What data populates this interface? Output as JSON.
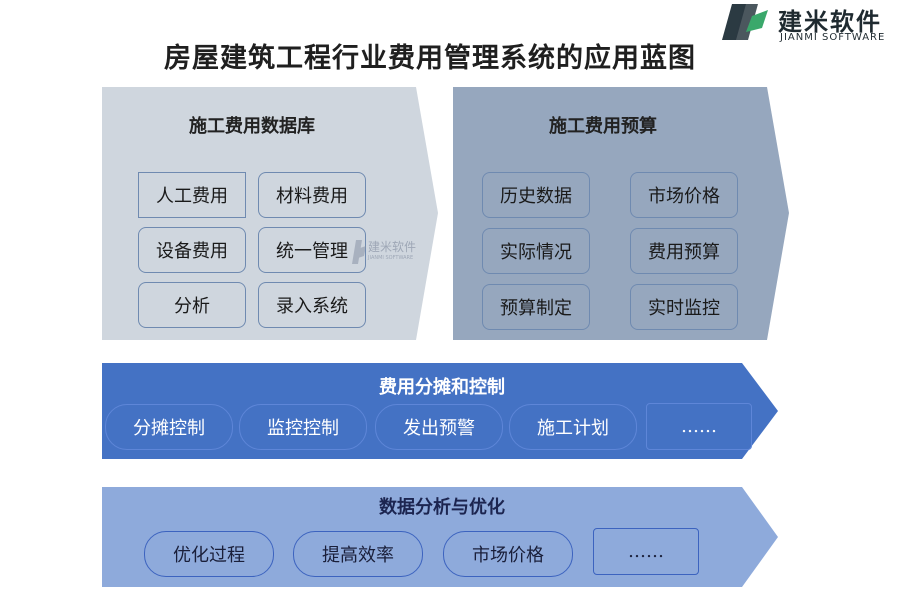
{
  "title": "房屋建筑工程行业费用管理系统的应用蓝图",
  "logo": {
    "cn": "建米软件",
    "en": "JIANMI SOFTWARE"
  },
  "watermark": {
    "cn": "建米软件",
    "en": "JIANMI SOFTWARE"
  },
  "panel1": {
    "heading": "施工费用数据库",
    "items": [
      "人工费用",
      "材料费用",
      "设备费用",
      "统一管理",
      "分析",
      "录入系统"
    ]
  },
  "panel2": {
    "heading": "施工费用预算",
    "items": [
      "历史数据",
      "市场价格",
      "实际情况",
      "费用预算",
      "预算制定",
      "实时监控"
    ]
  },
  "panel3": {
    "heading": "费用分摊和控制",
    "items": [
      "分摊控制",
      "监控控制",
      "发出预警",
      "施工计划",
      "……"
    ]
  },
  "panel4": {
    "heading": "数据分析与优化",
    "items": [
      "优化过程",
      "提高效率",
      "市场价格",
      "……"
    ]
  },
  "colors": {
    "panel1": "#cfd6de",
    "panel2": "#96a7be",
    "panel3": "#4472c4",
    "panel4": "#8eaadb"
  }
}
